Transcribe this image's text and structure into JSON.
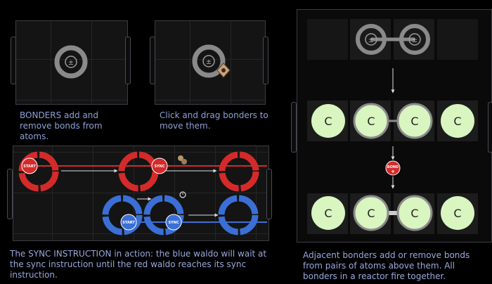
{
  "captions": {
    "bonders": "BONDERS add and remove bonds from atoms.",
    "drag": "Click and drag bonders to move them.",
    "sync": "The SYNC INSTRUCTION in action: the blue waldo will wait at the sync instruction until the red waldo reaches its sync instruction.",
    "adjacent": "Adjacent bonders add or remove bonds from pairs of atoms above them. All bonders in a reactor fire together."
  },
  "instructions": {
    "start_red": "START",
    "sync_red": "SYNC",
    "start_blue": "START",
    "sync_blue": "SYNC",
    "bond": "BOND",
    "bond_sign": "+"
  },
  "atoms": {
    "symbol": "C",
    "middle_row": [
      "C",
      "C",
      "C",
      "C"
    ],
    "bottom_row": [
      "C",
      "C",
      "C",
      "C"
    ]
  },
  "bonder_symbol": "±",
  "colors": {
    "red_waldo": "#d42a2a",
    "blue_waldo": "#3b6fd6",
    "atom_fill": "#d9f5c0",
    "bonder_gray": "#8a8a8a",
    "caption": "#8ea0d6"
  }
}
